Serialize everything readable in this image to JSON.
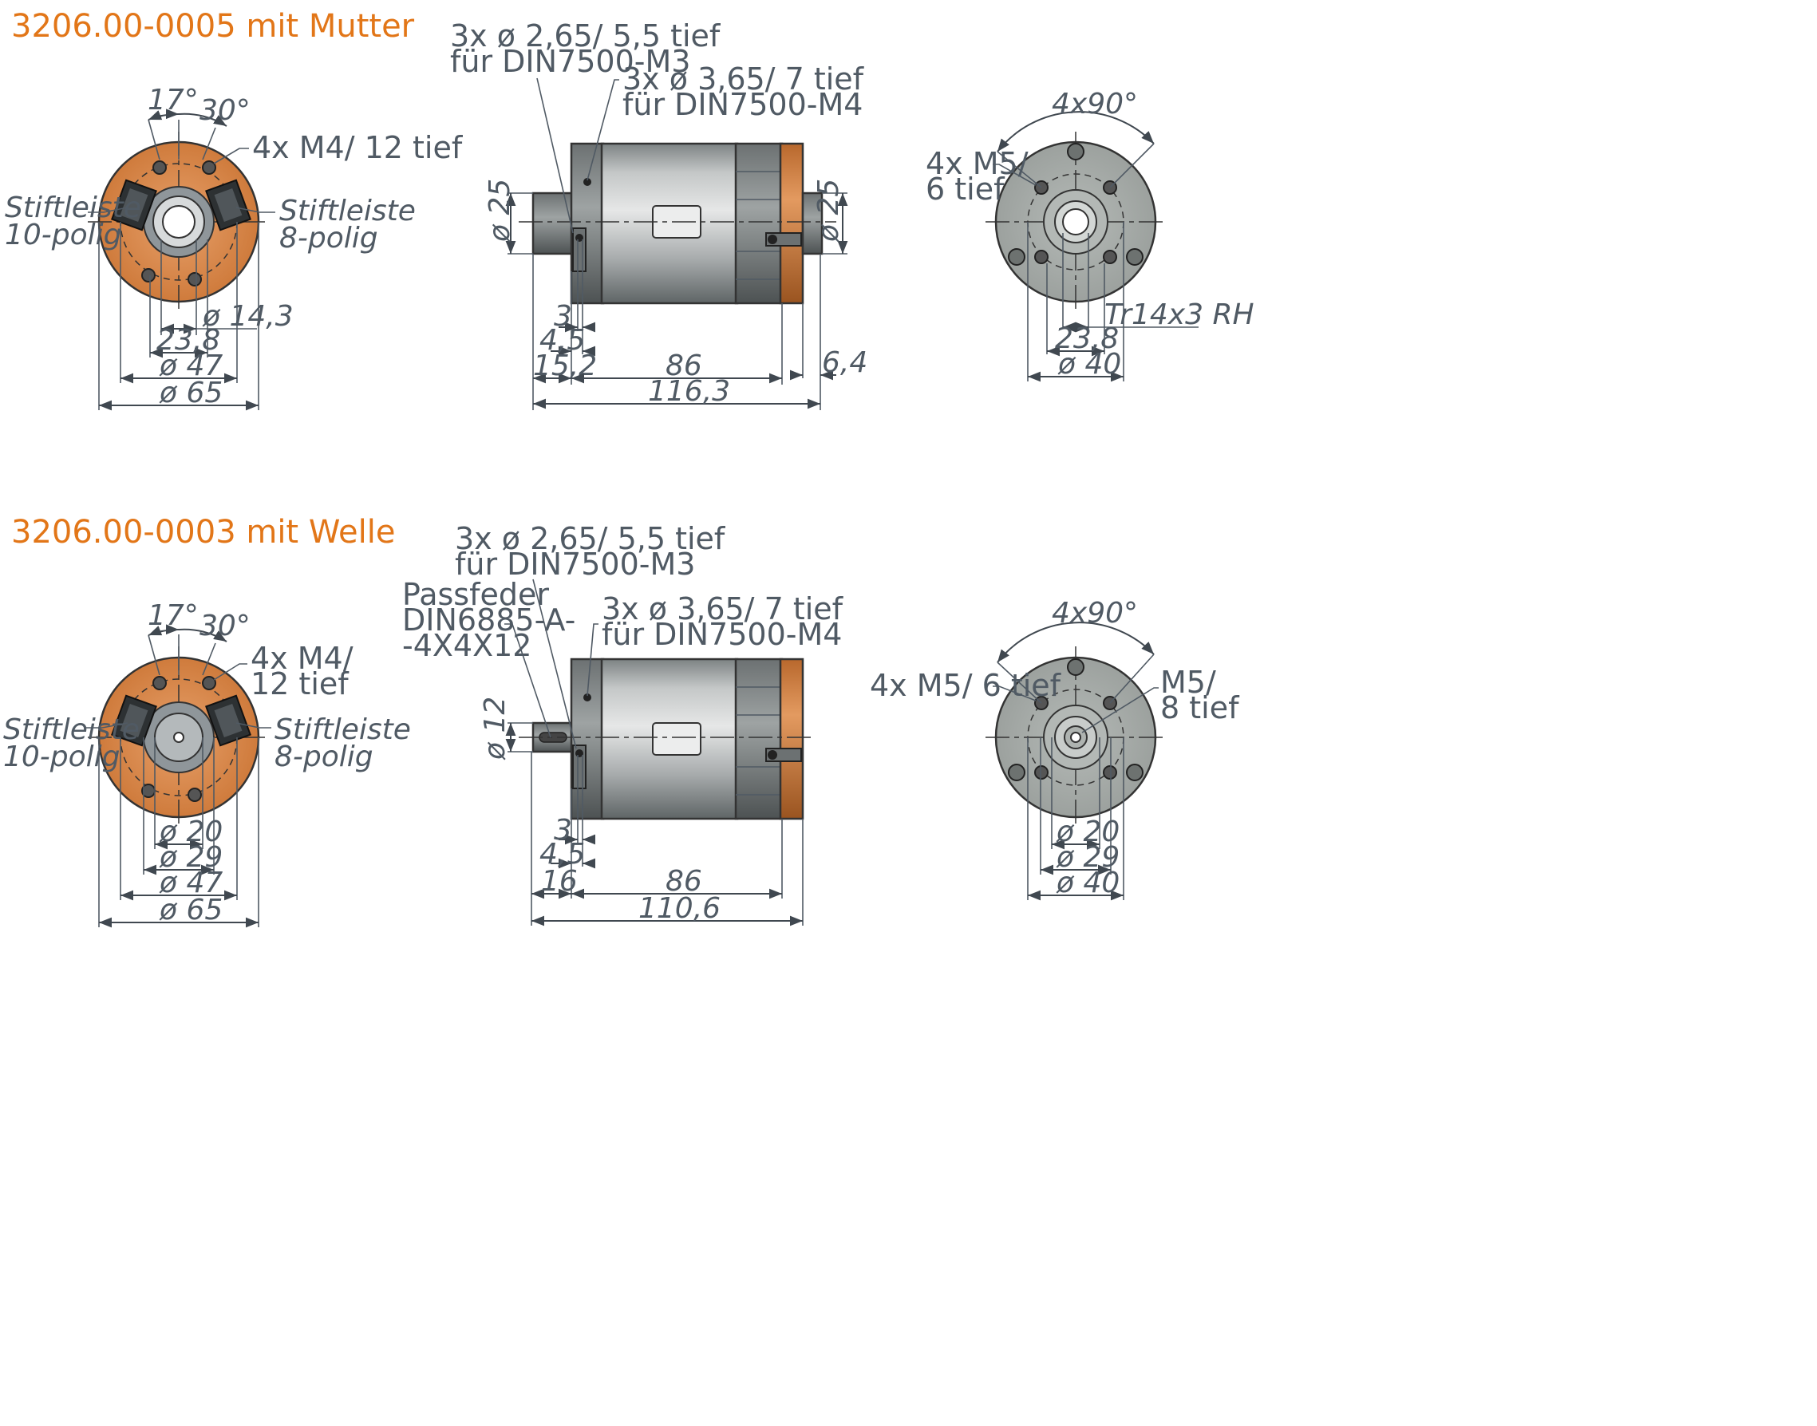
{
  "colors": {
    "title": "#e27618",
    "label": "#505a64",
    "flange": "#d9874a",
    "flange_dark": "#b8682d",
    "housing": "#b9bcbd",
    "face_grey": "#a9aeab"
  },
  "upper": {
    "title": "3206.00-0005 mit Mutter",
    "front": {
      "angle_a": "17°",
      "angle_b": "30°",
      "thread": "4x M4/ 12 tief",
      "conn_left_1": "Stiftleiste",
      "conn_left_2": "10-polig",
      "conn_right_1": "Stiftleiste",
      "conn_right_2": "8-polig",
      "d_small": "ø 14,3",
      "d_238": "23,8",
      "d_47": "ø 47",
      "d_65": "ø 65"
    },
    "side": {
      "hole_a_1": "3x ø 2,65/ 5,5 tief",
      "hole_a_2": "für DIN7500-M3",
      "hole_b_1": "3x ø 3,65/ 7 tief",
      "hole_b_2": "für DIN7500-M4",
      "d_left": "ø 25",
      "d_right": "ø 25",
      "l_3": "3",
      "l_45": "4,5",
      "l_152": "15,2",
      "l_86": "86",
      "l_64": "6,4",
      "l_total": "116,3"
    },
    "rear": {
      "angle": "4x90°",
      "thread_1": "4x M5/",
      "thread_2": "6 tief",
      "trap": "Tr14x3 RH",
      "d_238": "23,8",
      "d_40": "ø 40"
    }
  },
  "lower": {
    "title": "3206.00-0003 mit Welle",
    "front": {
      "angle_a": "17°",
      "angle_b": "30°",
      "thread_1": "4x M4/",
      "thread_2": "12 tief",
      "conn_left_1": "Stiftleiste",
      "conn_left_2": "10-polig",
      "conn_right_1": "Stiftleiste",
      "conn_right_2": "8-polig",
      "d_20": "ø 20",
      "d_29": "ø 29",
      "d_47": "ø 47",
      "d_65": "ø 65"
    },
    "side": {
      "hole_a_1": "3x ø 2,65/ 5,5 tief",
      "hole_a_2": "für DIN7500-M3",
      "key_1": "Passfeder",
      "key_2": "DIN6885-A-",
      "key_3": "-4X4X12",
      "hole_b_1": "3x ø 3,65/ 7 tief",
      "hole_b_2": "für DIN7500-M4",
      "d_shaft": "ø 12",
      "l_3": "3",
      "l_45": "4,5",
      "l_16": "16",
      "l_86": "86",
      "l_total": "110,6"
    },
    "rear": {
      "angle": "4x90°",
      "thread": "4x M5/ 6 tief",
      "center_1": "M5/",
      "center_2": "8 tief",
      "d_20": "ø 20",
      "d_29": "ø 29",
      "d_40": "ø 40"
    }
  }
}
